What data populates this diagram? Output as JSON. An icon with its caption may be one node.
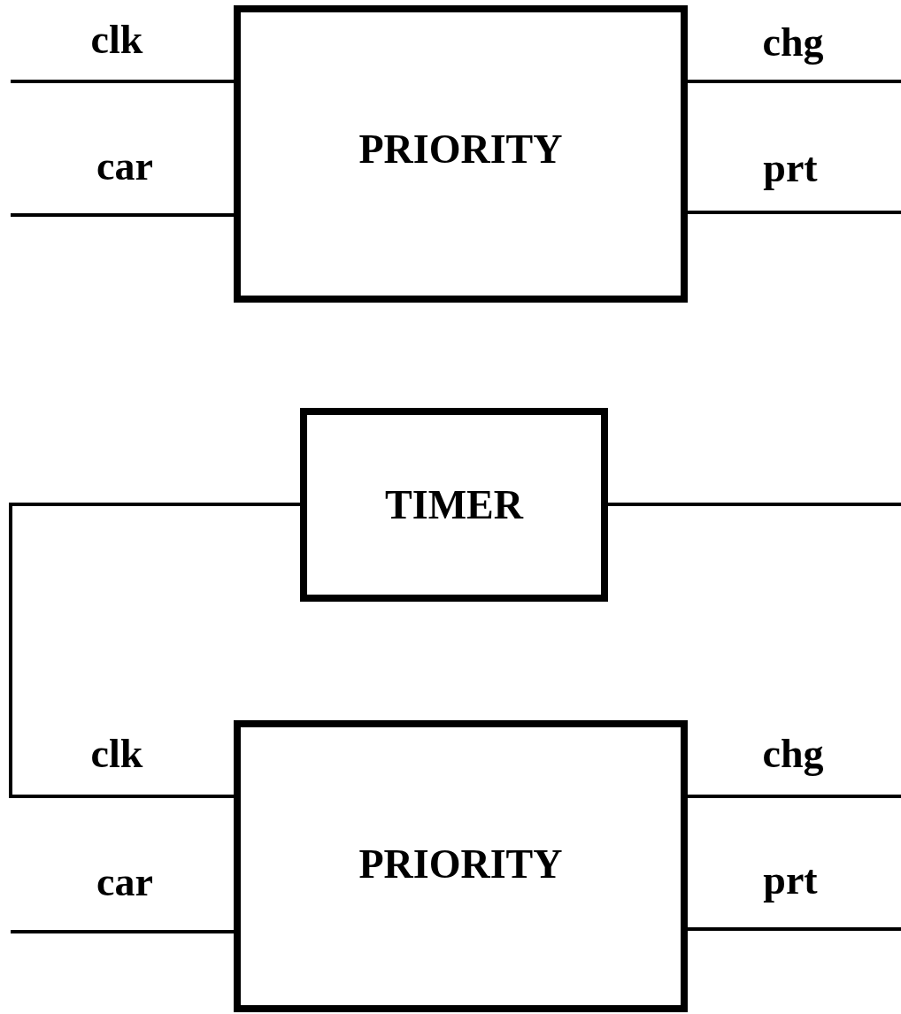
{
  "diagram": {
    "nodes": [
      {
        "text": [
          "PRIORITY"
        ]
      },
      {
        "text": [
          "TIMER"
        ]
      },
      {
        "text": [
          "PRIORITY"
        ]
      }
    ],
    "edges": [
      {
        "from": null,
        "to": 0,
        "arrow": "none",
        "label": "clk"
      },
      {
        "from": null,
        "to": 0,
        "arrow": "none",
        "label": "car"
      },
      {
        "from": 0,
        "to": null,
        "arrow": "none",
        "label": "chg"
      },
      {
        "from": 0,
        "to": null,
        "arrow": "none",
        "label": "prt"
      },
      {
        "from": 1,
        "to": 2,
        "arrow": "none",
        "label": "clk"
      },
      {
        "from": 1,
        "to": null,
        "arrow": "none"
      },
      {
        "from": null,
        "to": 2,
        "arrow": "none",
        "label": "car"
      },
      {
        "from": 2,
        "to": null,
        "arrow": "none",
        "label": "chg"
      },
      {
        "from": 2,
        "to": null,
        "arrow": "none",
        "label": "prt"
      }
    ]
  }
}
